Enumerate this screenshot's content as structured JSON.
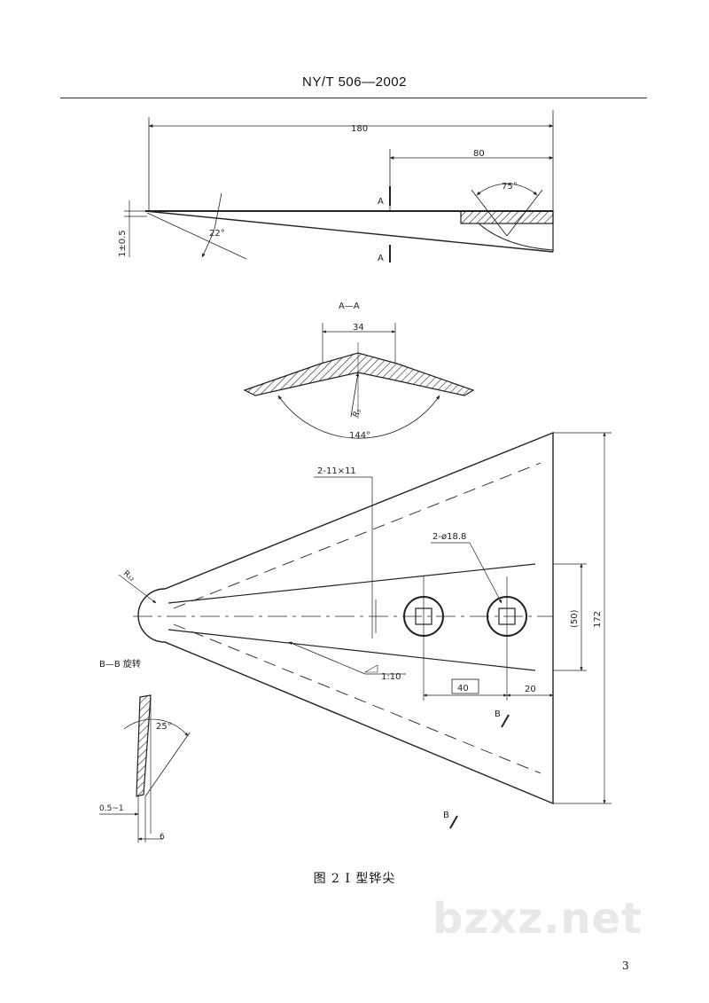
{
  "header": {
    "title": "NY/T 506—2002"
  },
  "drawing": {
    "dim_180": "180",
    "dim_80": "80",
    "angle_75": "75°",
    "angle_22": "22°",
    "tol_1": "1±0.5",
    "section_mark_a": "A",
    "section_aa_title": "A—A",
    "dim_34": "34",
    "radius_r5": "R₅",
    "angle_144": "144°",
    "hole_slot_label": "2-11×11",
    "hole_dia_label": "2-ø18.8",
    "radius_r12": "R₁₂",
    "dim_50": "(50)",
    "dim_172": "172",
    "slope_label": "1:10",
    "dim_40": "40",
    "dim_20": "20",
    "section_mark_b": "B",
    "bb_title": "B—B 旋转",
    "angle_25": "25°",
    "dim_05_1": "0.5~1",
    "dim_6": "6"
  },
  "caption": "图 2   I 型铧尖",
  "page_number": "3",
  "watermark": "bzxz.net"
}
